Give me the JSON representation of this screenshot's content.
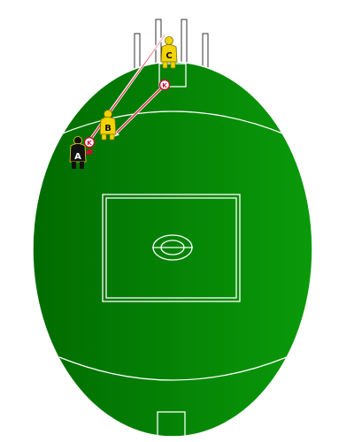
{
  "colors": {
    "field_dark": "#006b00",
    "field_light": "#0a9a0a",
    "line": "#ffffff",
    "arrow": "#e0203a",
    "team_gold": "#f2d400",
    "team_black": "#111111",
    "kick_marker": "#c8102e",
    "post": "#ffffff"
  },
  "players": [
    {
      "id": "A",
      "label": "A",
      "team": "black",
      "icon": "player-figure-icon"
    },
    {
      "id": "B",
      "label": "B",
      "team": "gold",
      "icon": "player-figure-icon"
    },
    {
      "id": "C",
      "label": "C",
      "team": "gold",
      "icon": "player-figure-icon"
    }
  ],
  "kick_markers": [
    {
      "label": "K"
    },
    {
      "label": "K"
    }
  ],
  "arrows": [
    {
      "from": "kick-A",
      "to": "goal",
      "style": "kick"
    },
    {
      "from": "kick-C",
      "to": "B",
      "style": "kick"
    }
  ],
  "icons": {
    "goal_posts": "goal-posts-icon",
    "ball": "football-icon"
  }
}
